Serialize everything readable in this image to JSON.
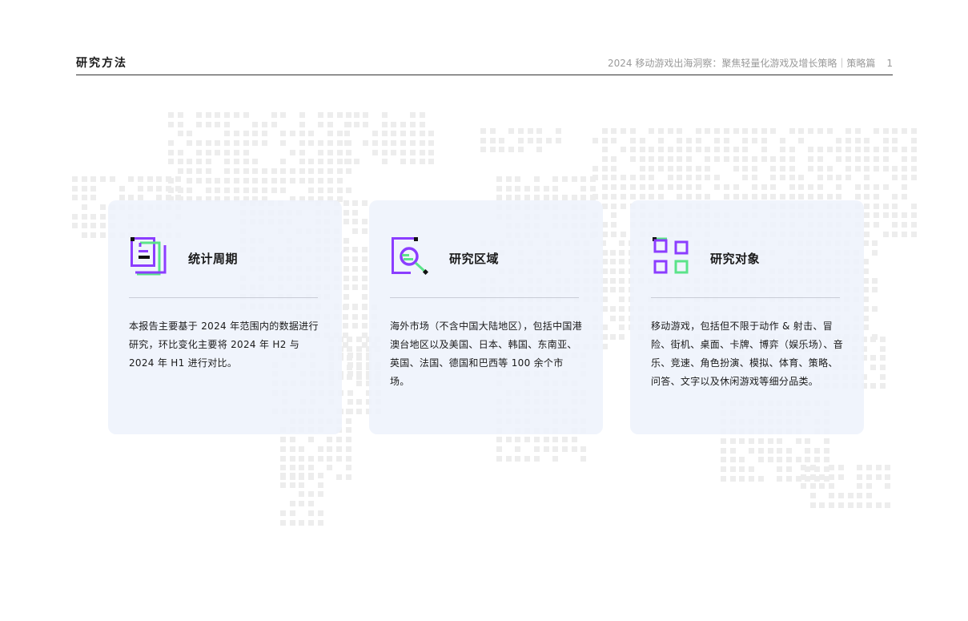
{
  "header": {
    "section_title": "研究方法",
    "report_title": "2024 移动游戏出海洞察：聚焦轻量化游戏及增长策略｜策略篇",
    "page_number": "1"
  },
  "colors": {
    "purple": "#8B3DFF",
    "green": "#5BE38A",
    "black": "#111111",
    "card_bg": "#EEF2FC",
    "map_dot": "#EDEDED"
  },
  "cards": [
    {
      "icon": "calendar-frame-icon",
      "title": "统计周期",
      "body": "本报告主要基于 2024 年范围内的数据进行研究，环比变化主要将 2024 年 H2 与 2024 年 H1 进行对比。"
    },
    {
      "icon": "magnifier-frame-icon",
      "title": "研究区域",
      "body": "海外市场（不含中国大陆地区），包括中国港澳台地区以及美国、日本、韩国、东南亚、英国、法国、德国和巴西等 100 余个市场。"
    },
    {
      "icon": "grid-squares-icon",
      "title": "研究对象",
      "body": "移动游戏，包括但不限于动作 & 射击、冒险、街机、桌面、卡牌、博弈（娱乐场）、音乐、竞速、角色扮演、模拟、体育、策略、问答、文字以及休闲游戏等细分品类。"
    }
  ]
}
